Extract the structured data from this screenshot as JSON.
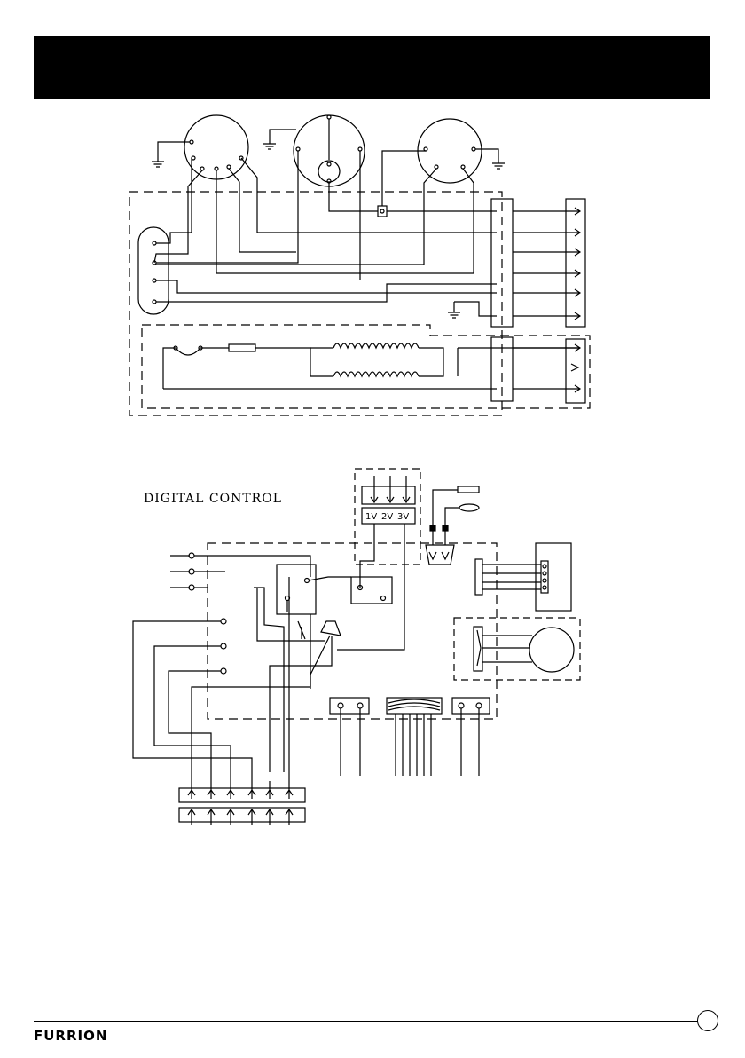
{
  "header": {
    "title": ""
  },
  "diagram": {
    "section_label": "DIGITAL CONTROL",
    "speed_labels": [
      "1V",
      "2V",
      "3V"
    ]
  },
  "footer": {
    "brand": "FURRION",
    "page_number": ""
  },
  "colors": {
    "ink": "#000000",
    "paper": "#ffffff"
  }
}
